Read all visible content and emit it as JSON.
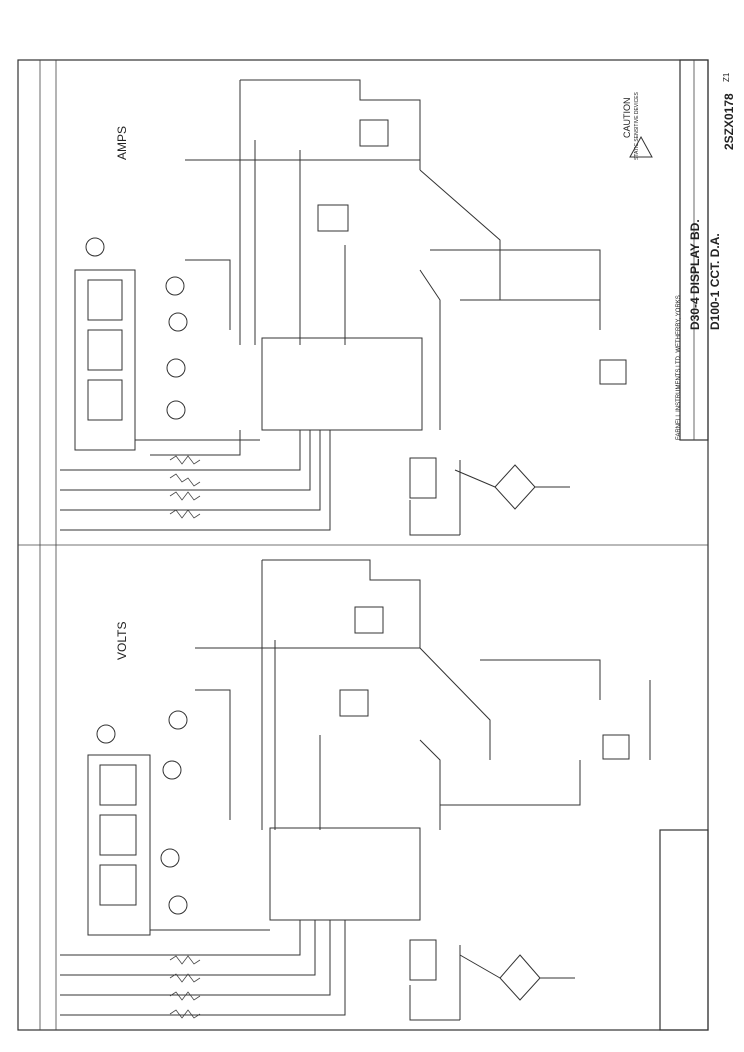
{
  "drawing": {
    "title_line1": "D30-4 DISPLAY BD.",
    "title_line2": "D100-1 CCT. D.A.",
    "drawing_number": "2SZX0178",
    "company": "FARNELL INSTRUMENTS LTD. WETHERBY, YORKS",
    "issue": "Z1"
  },
  "caution": {
    "heading": "CAUTION",
    "text": "STATIC SENSITIVE DEVICES"
  },
  "sections": {
    "volts": "VOLTS",
    "amps": "AMPS"
  }
}
